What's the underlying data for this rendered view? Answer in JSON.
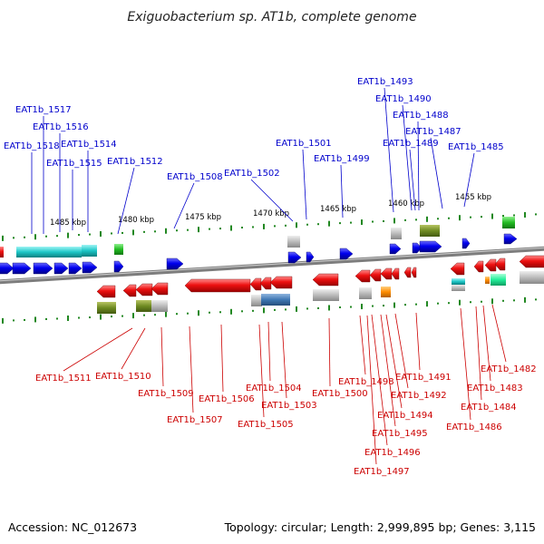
{
  "title": "Exiguobacterium sp. AT1b, complete genome",
  "accession": "Accession: NC_012673",
  "topology": "Topology: circular; Length: 2,999,895 bp; Genes: 3,115",
  "colors": {
    "forward_label": "#0000cc",
    "reverse_label": "#cc0000",
    "forward_cds": "#0000ee",
    "reverse_cds": "#ee1111",
    "backbone": "#8a8a8a",
    "ticks": "#228822"
  },
  "scale_labels": [
    "1485 kbp",
    "1480 kbp",
    "1475 kbp",
    "1470 kbp",
    "1465 kbp",
    "1460 kbp",
    "1455 kbp"
  ],
  "forward_labels": [
    "EAT1b_1517",
    "EAT1b_1516",
    "EAT1b_1518",
    "EAT1b_1514",
    "EAT1b_1515",
    "EAT1b_1512",
    "EAT1b_1508",
    "EAT1b_1502",
    "EAT1b_1501",
    "EAT1b_1499",
    "EAT1b_1493",
    "EAT1b_1490",
    "EAT1b_1488",
    "EAT1b_1487",
    "EAT1b_1489",
    "EAT1b_1485"
  ],
  "reverse_labels": [
    "EAT1b_1511",
    "EAT1b_1510",
    "EAT1b_1509",
    "EAT1b_1507",
    "EAT1b_1506",
    "EAT1b_1505",
    "EAT1b_1504",
    "EAT1b_1503",
    "EAT1b_1500",
    "EAT1b_1498",
    "EAT1b_1497",
    "EAT1b_1496",
    "EAT1b_1495",
    "EAT1b_1494",
    "EAT1b_1492",
    "EAT1b_1491",
    "EAT1b_1486",
    "EAT1b_1484",
    "EAT1b_1483",
    "EAT1b_1482"
  ]
}
